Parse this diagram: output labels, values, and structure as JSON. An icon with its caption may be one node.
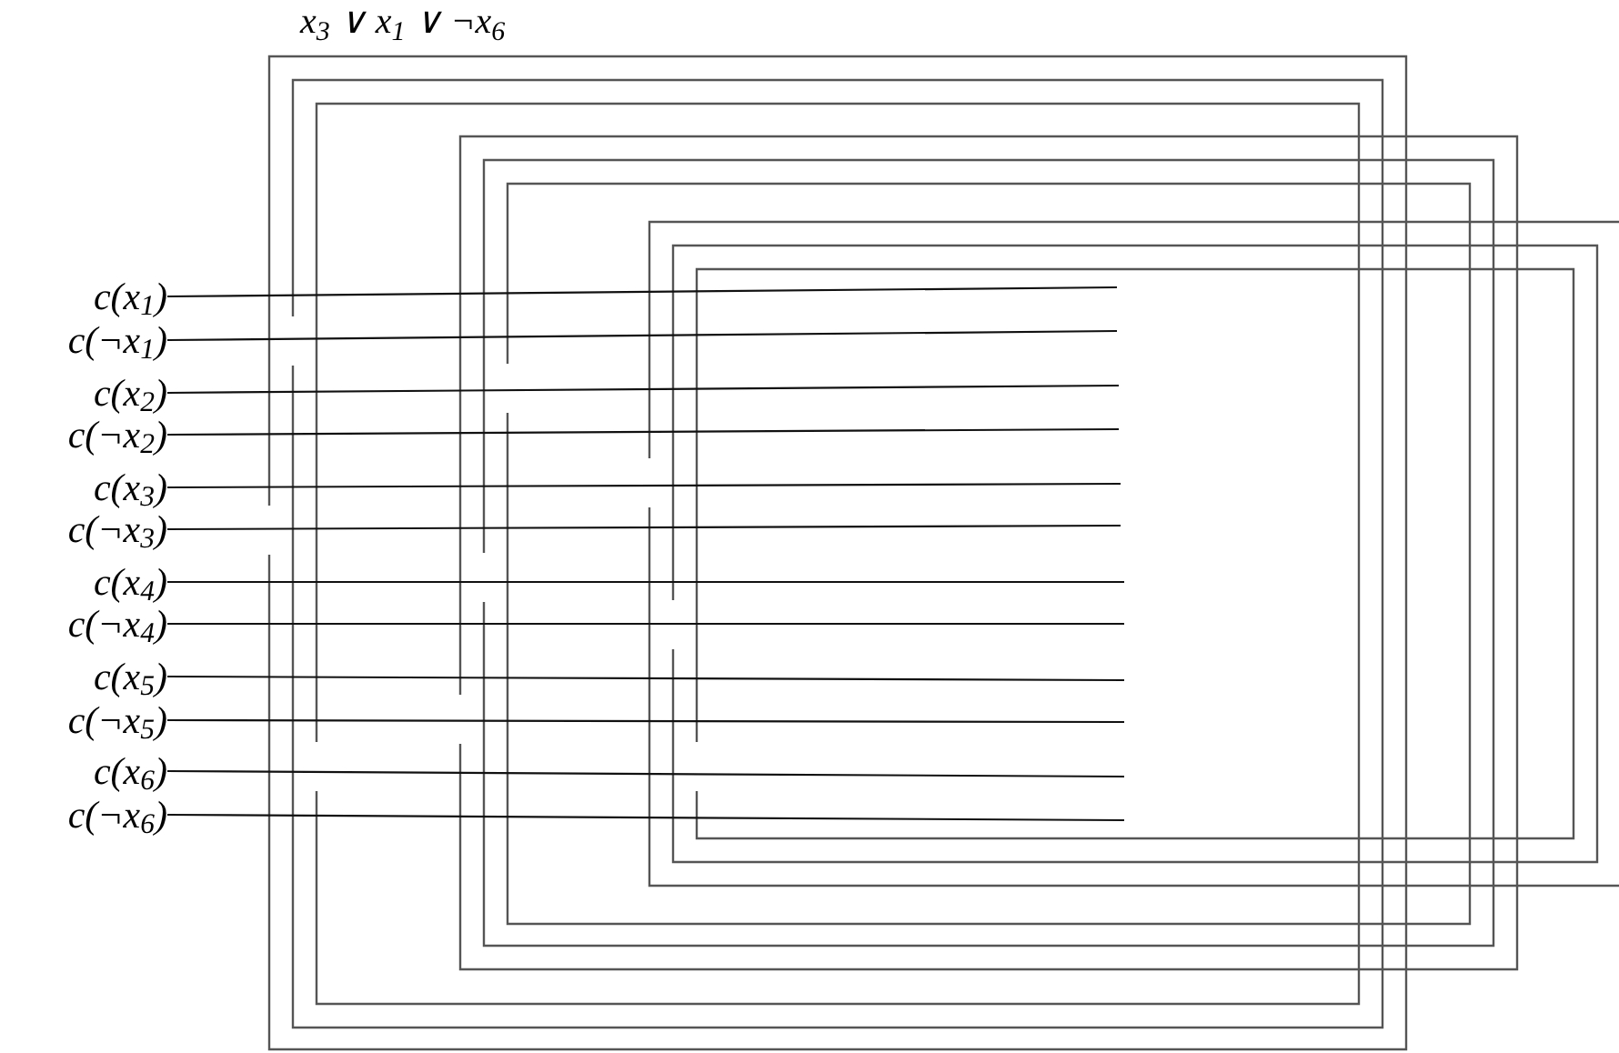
{
  "diagram": {
    "title": "x$_{3}$ ∨ x$_{1}$ ∨ ¬x$_{6}$",
    "nodes": [
      {
        "text": [
          "c(x$_{1}$)"
        ]
      },
      {
        "text": [
          "c(¬x$_{1}$)"
        ]
      },
      {
        "text": [
          "c(x$_{2}$)"
        ]
      },
      {
        "text": [
          "c(¬x$_{2}$)"
        ]
      },
      {
        "text": [
          "c(x$_{3}$)"
        ]
      },
      {
        "text": [
          "c(¬x$_{3}$)"
        ]
      },
      {
        "text": [
          "c(x$_{4}$)"
        ]
      },
      {
        "text": [
          "c(¬x$_{4}$)"
        ]
      },
      {
        "text": [
          "c(x$_{5}$)"
        ]
      },
      {
        "text": [
          "c(¬x$_{5}$)"
        ]
      },
      {
        "text": [
          "c(x$_{6}$)"
        ]
      },
      {
        "text": [
          "c(¬x$_{6}$)"
        ]
      }
    ],
    "edges": [
      {
        "from": 0,
        "to": null,
        "arrow": "none"
      },
      {
        "from": 1,
        "to": null,
        "arrow": "none"
      },
      {
        "from": 2,
        "to": null,
        "arrow": "none"
      },
      {
        "from": 3,
        "to": null,
        "arrow": "none"
      },
      {
        "from": 4,
        "to": null,
        "arrow": "none"
      },
      {
        "from": 5,
        "to": null,
        "arrow": "none"
      },
      {
        "from": 6,
        "to": null,
        "arrow": "none"
      },
      {
        "from": 7,
        "to": null,
        "arrow": "none"
      },
      {
        "from": 8,
        "to": null,
        "arrow": "none"
      },
      {
        "from": 9,
        "to": null,
        "arrow": "none"
      },
      {
        "from": 10,
        "to": null,
        "arrow": "none"
      },
      {
        "from": 11,
        "to": null,
        "arrow": "none"
      }
    ]
  }
}
